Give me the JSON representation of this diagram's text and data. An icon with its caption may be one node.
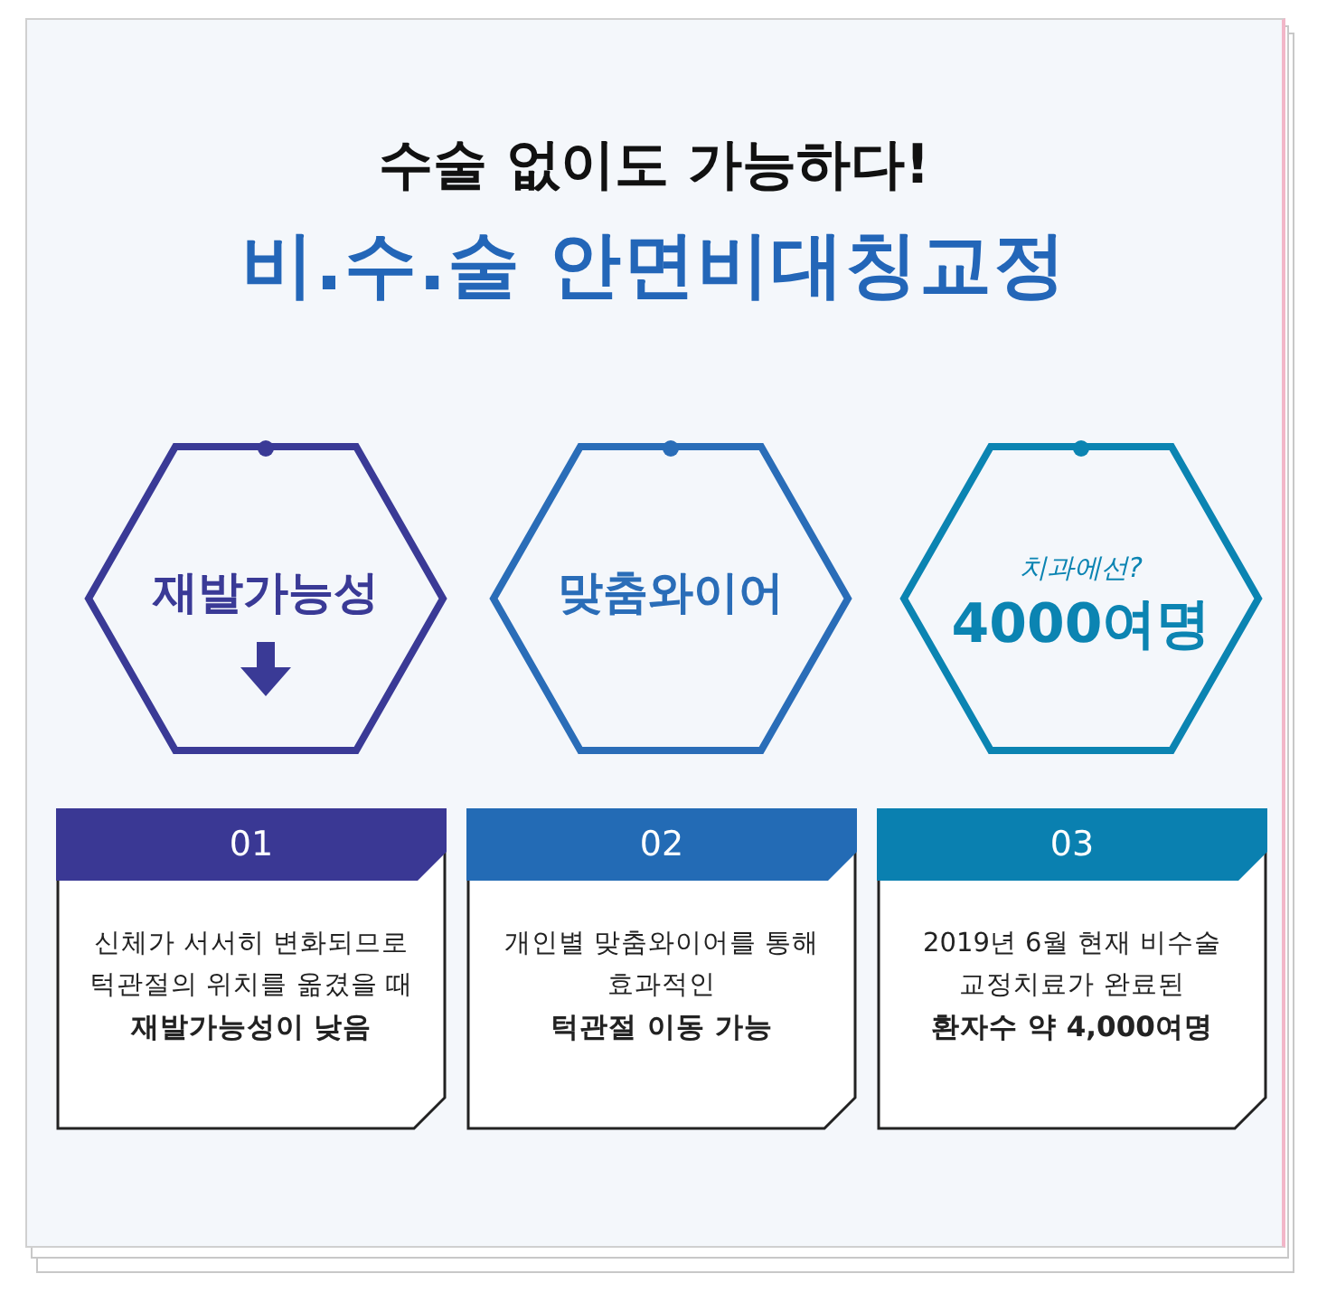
{
  "diagram": {
    "title": "수술 없이도 가능하다!",
    "nodes": [
      {
        "text": [
          "재발가능성"
        ]
      },
      {
        "text": [
          "맞춤와이어"
        ]
      },
      {
        "text": [
          "치과에선?",
          "4000여명"
        ]
      },
      {
        "text": [
          "01",
          "신체가 서서히 변화되므로 턱관절의 위치를 옮겼을 때 **재발가능성이 낮음**"
        ]
      },
      {
        "text": [
          "02",
          "개인별 맞춤와이어를 통해 효과적인 **턱관절 이동 가능**"
        ]
      },
      {
        "text": [
          "03",
          "2019년 6월 현재 비수술 교정치료가 완료된 **환자수 약 4,000여명**"
        ]
      }
    ],
    "labels": [
      "비.수.술 안면비대칭교정"
    ]
  }
}
